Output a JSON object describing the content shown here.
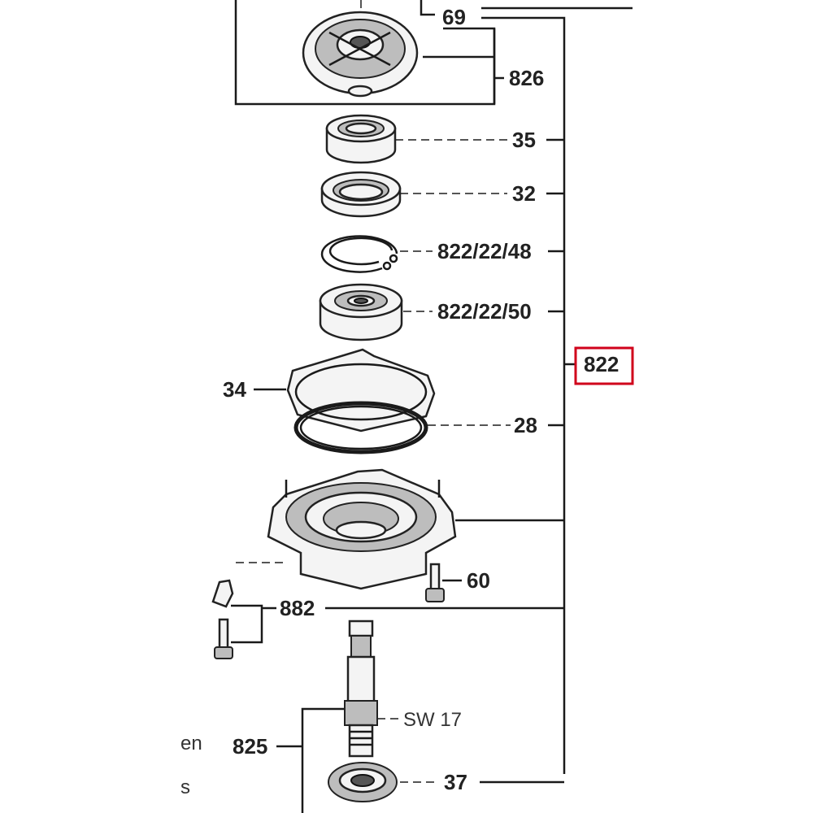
{
  "labels": {
    "l69": "69",
    "l826": "826",
    "l35": "35",
    "l32": "32",
    "l822_22_48": "822/22/48",
    "l822_22_50": "822/22/50",
    "l822": "822",
    "l34": "34",
    "l28": "28",
    "l60": "60",
    "l882": "882",
    "lsw17": "SW 17",
    "l825": "825",
    "l37": "37",
    "frag_en": "en",
    "frag_s": "s"
  },
  "colors": {
    "highlight_box": "#d0021b",
    "line": "#1a1a1a"
  }
}
